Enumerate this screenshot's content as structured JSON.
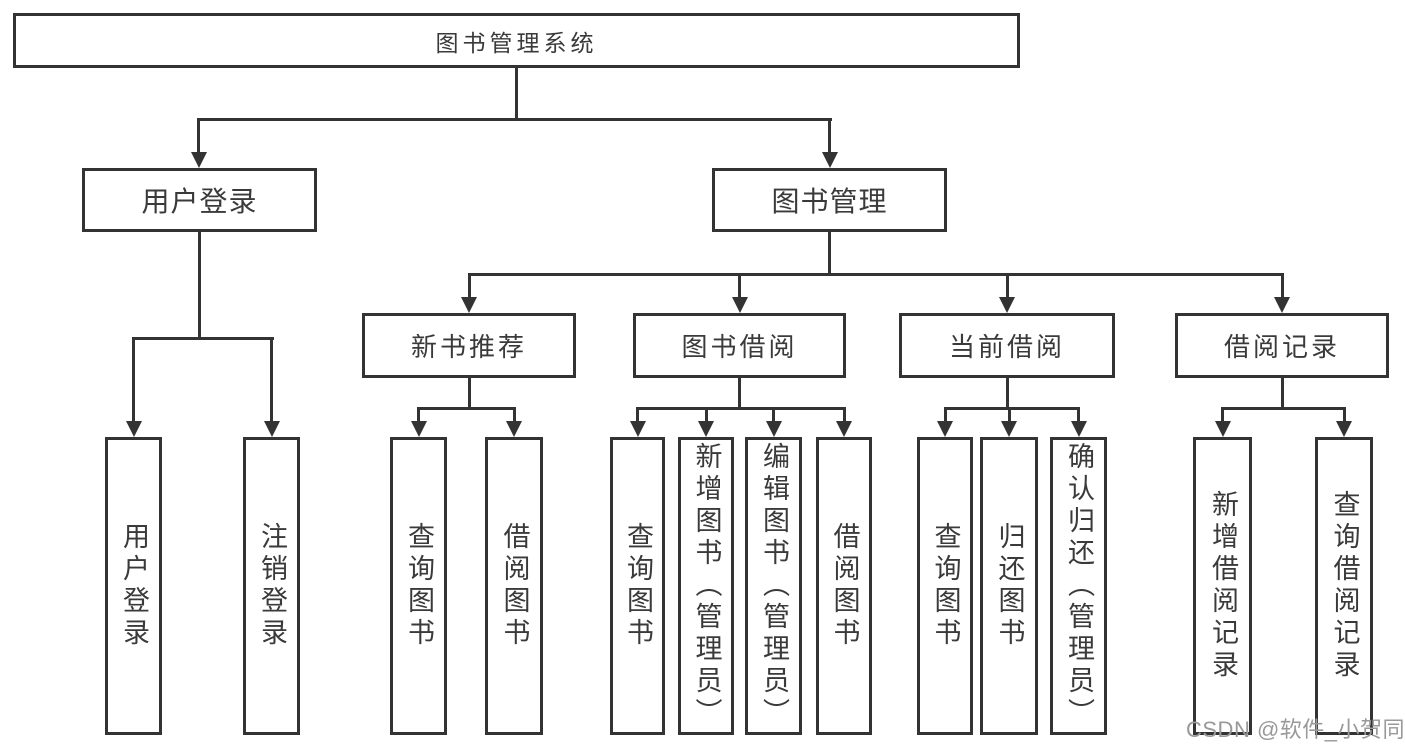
{
  "diagram": {
    "title": "图书管理系统",
    "nodes": {
      "root": {
        "label": "图书管理系统"
      },
      "level2": [
        {
          "label": "用户登录"
        },
        {
          "label": "图书管理"
        }
      ],
      "level3": [
        {
          "label": "新书推荐"
        },
        {
          "label": "图书借阅"
        },
        {
          "label": "当前借阅"
        },
        {
          "label": "借阅记录"
        }
      ],
      "leaves": {
        "login": [
          {
            "label": "用户登录"
          },
          {
            "label": "注销登录"
          }
        ],
        "recommend": [
          {
            "label": "查询图书"
          },
          {
            "label": "借阅图书"
          }
        ],
        "borrow": [
          {
            "label": "查询图书"
          },
          {
            "label": "新增图书（管理员）"
          },
          {
            "label": "编辑图书（管理员）"
          },
          {
            "label": "借阅图书"
          }
        ],
        "current": [
          {
            "label": "查询图书"
          },
          {
            "label": "归还图书"
          },
          {
            "label": "确认归还（管理员）"
          }
        ],
        "records": [
          {
            "label": "新增借阅记录"
          },
          {
            "label": "查询借阅记录"
          }
        ]
      }
    },
    "watermark": "CSDN @软件_小贺同学",
    "colors": {
      "line": "#333333",
      "text": "#3a3a3a",
      "watermark": "#999999",
      "background": "#ffffff"
    }
  }
}
